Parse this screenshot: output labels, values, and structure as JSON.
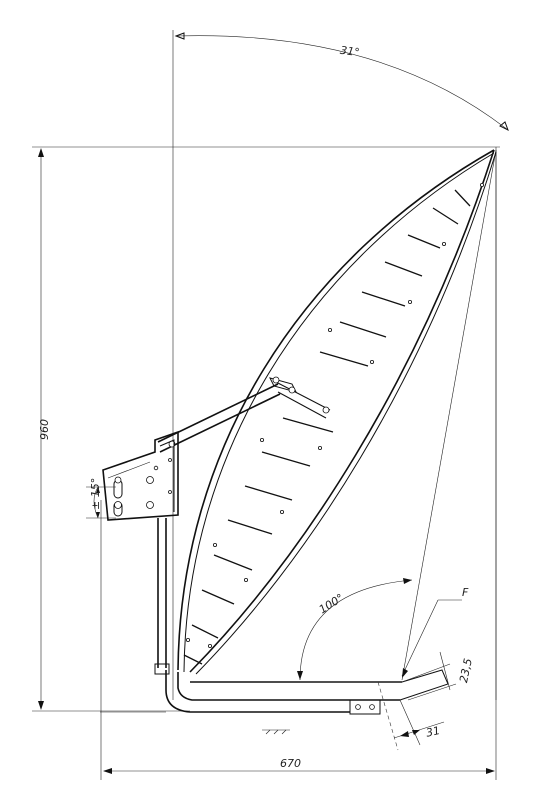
{
  "dimensions": {
    "angle_top": "31°",
    "height": "960",
    "adjust_angle": "± 15°",
    "angle_bottom": "100°",
    "force_label": "F",
    "offset_small": "23,5",
    "offset_bottom": "31",
    "width": "670"
  },
  "colors": {
    "line": "#111111",
    "background": "#ffffff"
  },
  "icons": {
    "ground": "ground-symbol-icon"
  }
}
